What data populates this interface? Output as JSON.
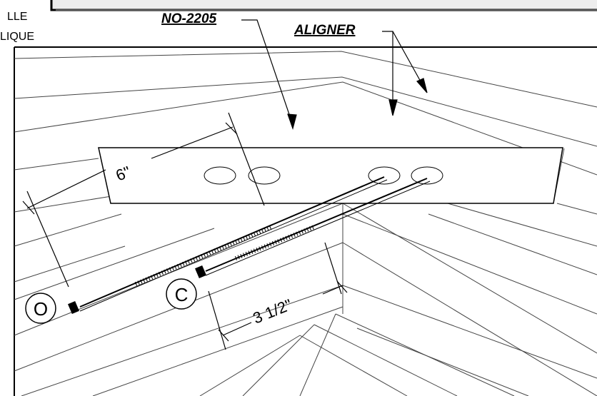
{
  "labels": {
    "part_number": "NO-2205",
    "aligner": "ALIGNER",
    "dim_6": "6\"",
    "dim_3_5": "3 1/2\"",
    "circle_o": "O",
    "circle_c": "C",
    "edge_text_1": "LLE",
    "edge_text_2": "LIQUE"
  }
}
